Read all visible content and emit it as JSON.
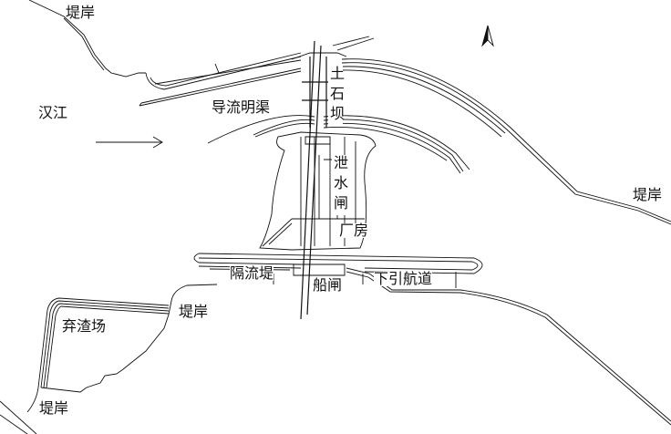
{
  "labels": {
    "bank_top_left": "堤岸",
    "river": "汉江",
    "diversion_channel": "导流明渠",
    "earth_rock_dam": "土石坝",
    "spillway_gate": "泄水闸",
    "powerhouse": "厂房",
    "separation_dike": "隔流堤",
    "ship_lock": "船闸",
    "downstream_approach_channel": "下引航道",
    "bank_right": "堤岸",
    "bank_middle": "堤岸",
    "spoil_area": "弃渣场",
    "bank_bottom_left": "堤岸"
  },
  "icons": {
    "north_arrow": "north-arrow-icon",
    "flow_arrow": "flow-direction-arrow-icon"
  },
  "colors": {
    "line": "#111111",
    "background": "#ffffff"
  }
}
